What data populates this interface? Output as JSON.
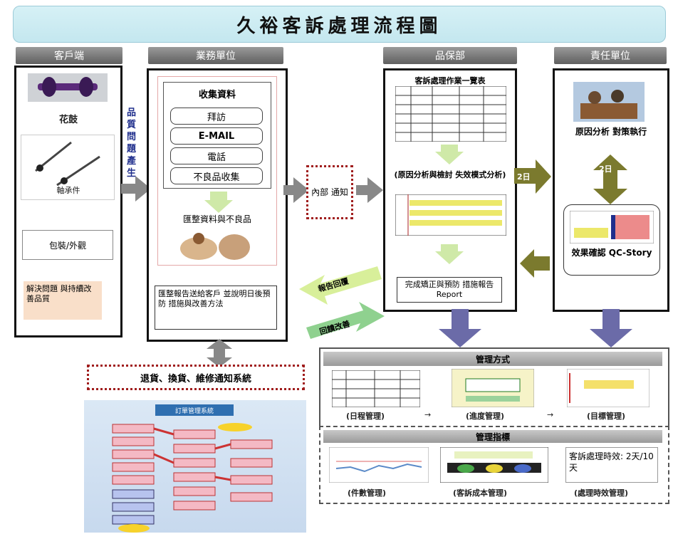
{
  "title": "久裕客訴處理流程圖",
  "columns": {
    "customer": {
      "header": "客戶端",
      "item1_label": "花鼓",
      "item2_label": "軸承件",
      "item3_label": "包裝/外觀",
      "item4_label": "解決問題 與持續改 善品質"
    },
    "business": {
      "header": "業務單位",
      "vertical_note": "品質問題產生",
      "collect_title": "收集資料",
      "options": [
        "拜訪",
        "E-MAIL",
        "電話",
        "不良品收集"
      ],
      "step2_label": "匯整資料與不良品",
      "note": "匯整報告送給客戶 並說明日後預防 措施與改善方法"
    },
    "qa": {
      "header": "品保部",
      "table_title": "客訴處理作業一覽表",
      "analysis_label": "(原因分析與檢討 失效模式分析)",
      "report_label": "完成矯正與預防 措施報告 Report"
    },
    "responsible": {
      "header": "責任單位",
      "step1_label": "原因分析 對策執行",
      "step2_label": "效果確認 QC-Story",
      "days_label_1": "2日",
      "days_label_2": "2日"
    }
  },
  "notify_label": "內部 通知",
  "return_label1": "報告回覆",
  "return_label2": "回饋改善",
  "bottom_dashed": "退貨、換貨、維修通知系統",
  "flowchart_title": "訂單管理系統",
  "management": {
    "title": "管理方式",
    "items": [
      "(日程管理)",
      "(進度管理)",
      "(目標管理)"
    ]
  },
  "indicator": {
    "title": "管理指標",
    "items": [
      "(件數管理)",
      "(客訴成本管理)",
      "(處理時效管理)"
    ],
    "text": "客訴處理時效: 2天/10天"
  },
  "colors": {
    "arrow_gray": "#888888",
    "purple": "#6b6ba8",
    "olive": "#7b7a2e",
    "light_green": "#d8ef9a",
    "red_dotted": "#a01d1d"
  }
}
